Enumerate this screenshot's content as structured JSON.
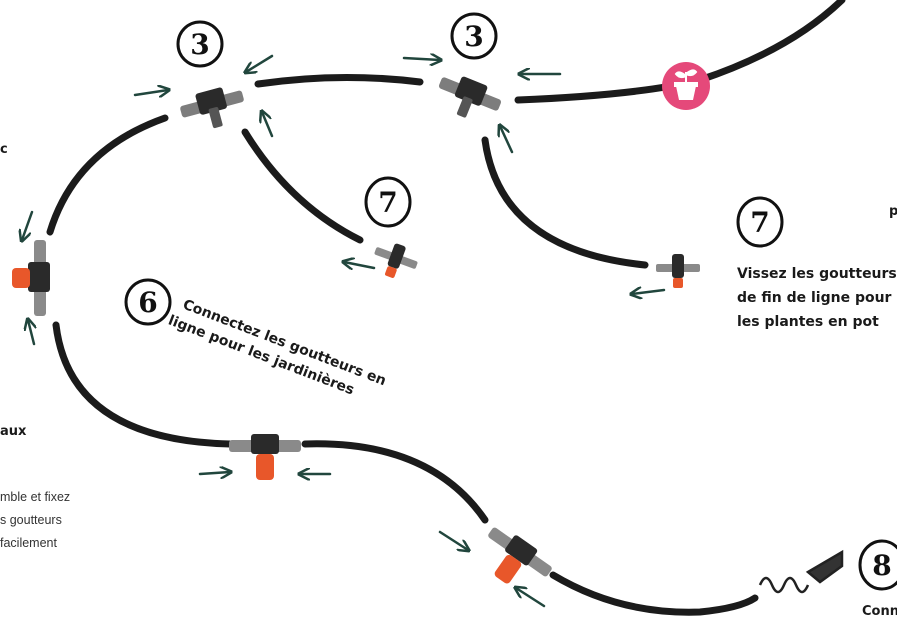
{
  "steps": {
    "s3a": "3",
    "s3b": "3",
    "s7a": "7",
    "s7b": "7",
    "s6": "6",
    "s8": "8"
  },
  "notes": {
    "step6_line1": "Connectez les goutteurs en",
    "step6_line2": "ligne pour les jardinières",
    "step7_line1": "Vissez les goutteurs",
    "step7_line2": "de fin de ligne pour",
    "step7_line3": "les plantes en pot",
    "right_fragment": "p",
    "step8_fragment": "Conn",
    "left_fragment_1": "c",
    "left_fragment_2": "aux",
    "left_plain_1": "mble et fixez",
    "left_plain_2": "s goutteurs",
    "left_plain_3": "facilement"
  },
  "icons": {
    "plant_pot": "plant-pot-icon"
  },
  "colors": {
    "tube": "#1b1b1b",
    "dripper": "#e8572a",
    "arrow": "#21463d",
    "badge": "#e5497a",
    "ink": "#111111"
  }
}
